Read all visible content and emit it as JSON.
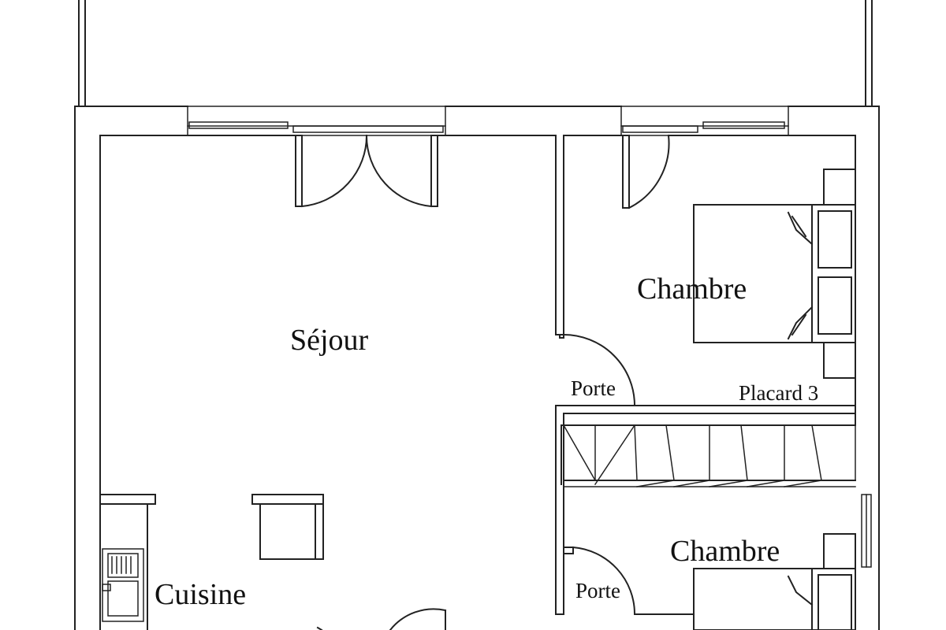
{
  "rooms": {
    "sejour": "Séjour",
    "chambre_1": "Chambre",
    "chambre_2": "Chambre",
    "cuisine": "Cuisine"
  },
  "labels": {
    "porte_1": "Porte",
    "porte_2": "Porte",
    "placard": "Placard 3"
  }
}
